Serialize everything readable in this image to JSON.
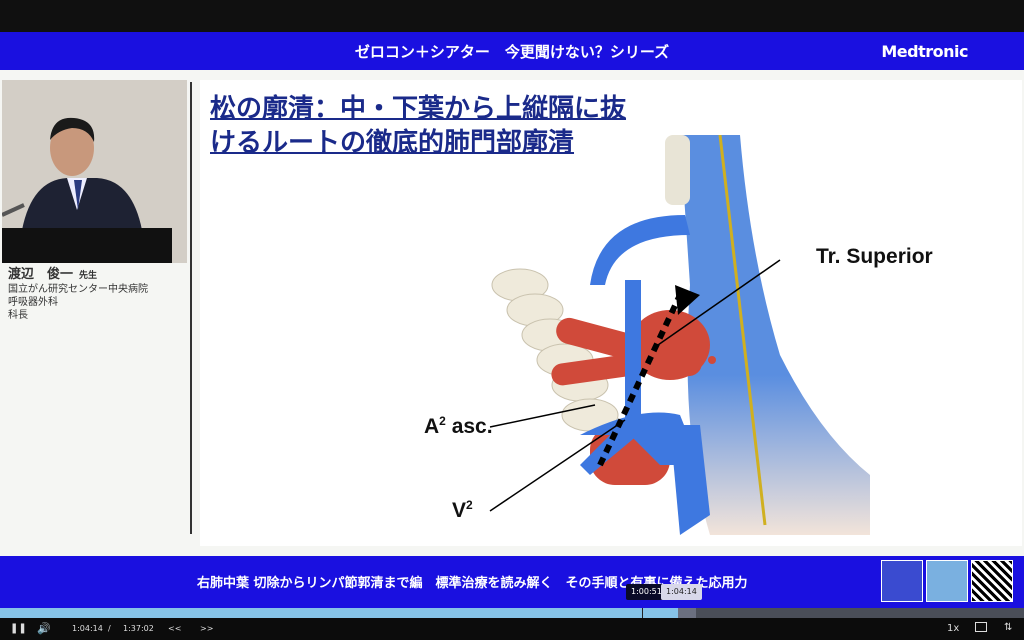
{
  "header": {
    "title": "ゼロコン＋シアター　今更聞けない？シリーズ",
    "brand": "Medtronic"
  },
  "speaker": {
    "name": "渡辺　俊一",
    "honorific": "先生",
    "affiliation": "国立がん研究センター中央病院",
    "department": "呼吸器外科",
    "position": "科長"
  },
  "slide": {
    "title_line1": "松の廓清：中・下葉から上縦隔に抜",
    "title_line2": "けるルートの徹底的肺門部廓清",
    "labels": {
      "tr_superior": "Tr. Superior",
      "a2": "A",
      "a2_sup": "2",
      "a2_suffix": " asc.",
      "v2": "V",
      "v2_sup": "2"
    }
  },
  "footer": {
    "text": "右肺中葉 切除からリンパ節郭清まで編　標準治療を読み解く　その手順と有事に備えた応用力"
  },
  "player": {
    "current_time": "1:04:14",
    "separator": "/",
    "duration": "1:37:02",
    "hover_time": "1:00:51",
    "current_tooltip": "1:04:14",
    "progress_percent": 66.2,
    "rewind_label": "<<",
    "forward_label": ">>",
    "speed_label": "1x",
    "accent": "#1a10e0"
  }
}
